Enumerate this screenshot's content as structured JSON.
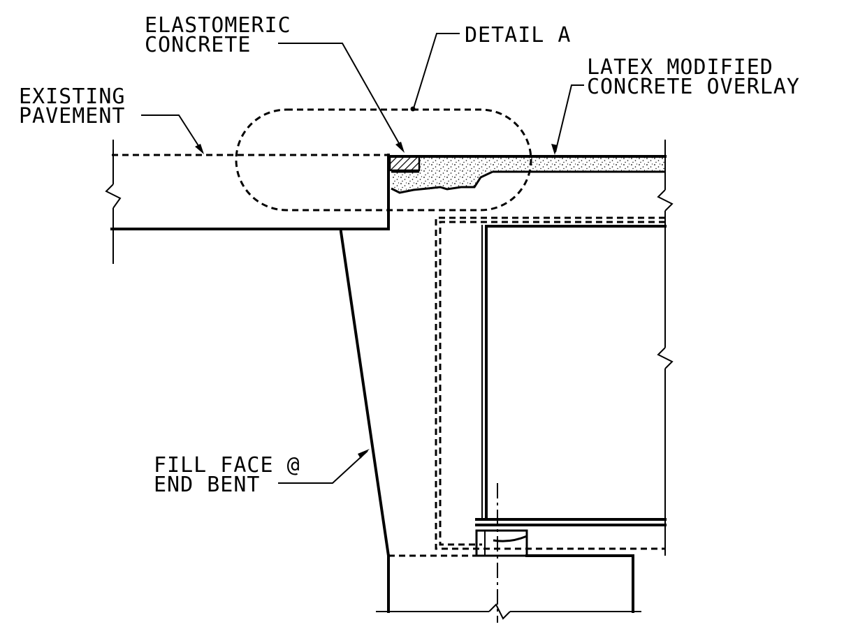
{
  "labels": {
    "detail_a": "DETAIL A",
    "elastomeric_1": "ELASTOMERIC",
    "elastomeric_2": "CONCRETE",
    "existing_1": "EXISTING",
    "existing_2": "PAVEMENT",
    "latex_1": "LATEX MODIFIED",
    "latex_2": "CONCRETE OVERLAY",
    "fill_face_1": "FILL FACE @",
    "fill_face_2": "END BENT"
  }
}
